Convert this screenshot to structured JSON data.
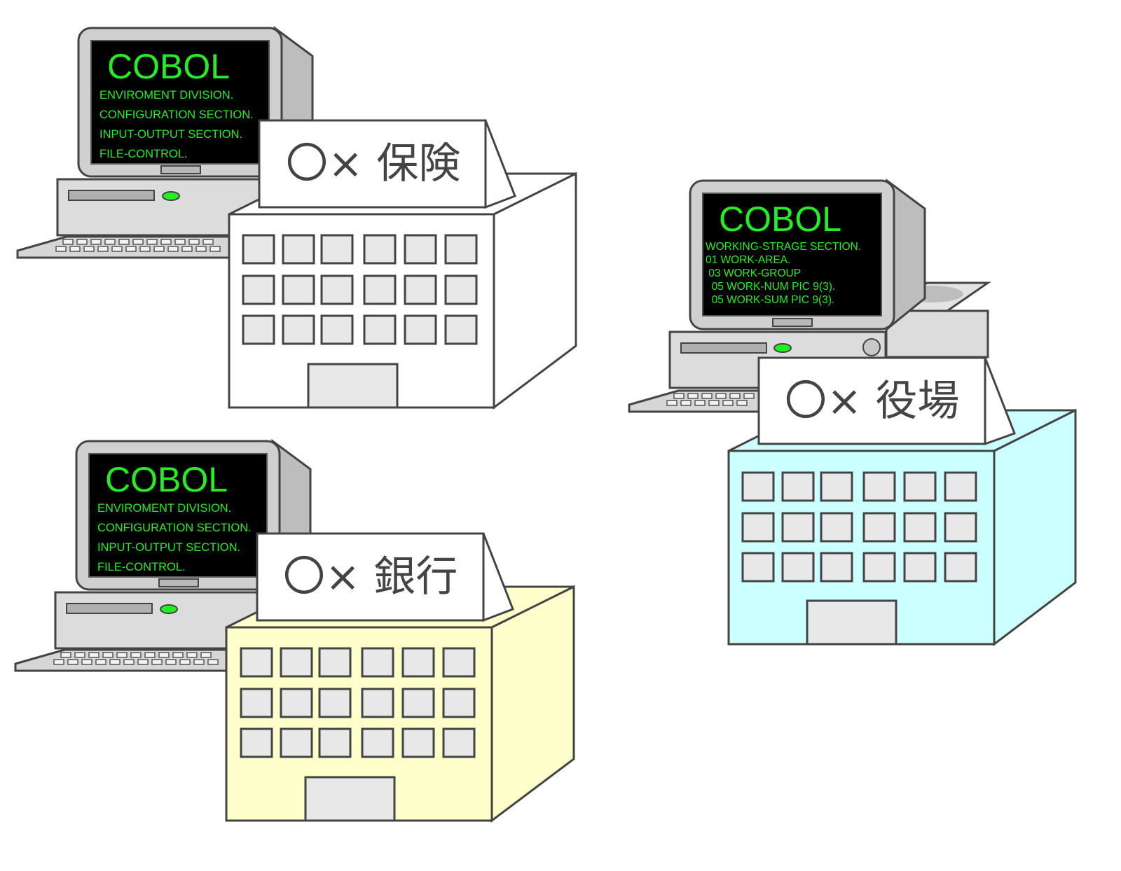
{
  "colors": {
    "outline": "#444444",
    "screen_bg": "#000000",
    "screen_text": "#22ee22",
    "pc_body": "#dcdcdc",
    "pc_side": "#bdbdbd",
    "window": "#e8e8e8",
    "insurance_building": "#ffffff",
    "bank_building": "#ffffcc",
    "office_building": "#ccffff"
  },
  "scenes": [
    {
      "name": "insurance",
      "screen_title": "COBOL",
      "screen_lines": [
        "ENVIROMENT DIVISION.",
        "CONFIGURATION SECTION.",
        "INPUT-OUTPUT SECTION.",
        "FILE-CONTROL."
      ],
      "sign": "〇× 保険"
    },
    {
      "name": "bank",
      "screen_title": "COBOL",
      "screen_lines": [
        "ENVIROMENT DIVISION.",
        "CONFIGURATION SECTION.",
        "INPUT-OUTPUT SECTION.",
        "FILE-CONTROL."
      ],
      "sign": "〇× 銀行"
    },
    {
      "name": "town-office",
      "screen_title": "COBOL",
      "screen_lines": [
        "WORKING-STRAGE SECTION.",
        "01 WORK-AREA.",
        " 03 WORK-GROUP",
        "  05 WORK-NUM PIC 9(3).",
        "  05 WORK-SUM PIC 9(3)."
      ],
      "sign": "〇× 役場"
    }
  ]
}
